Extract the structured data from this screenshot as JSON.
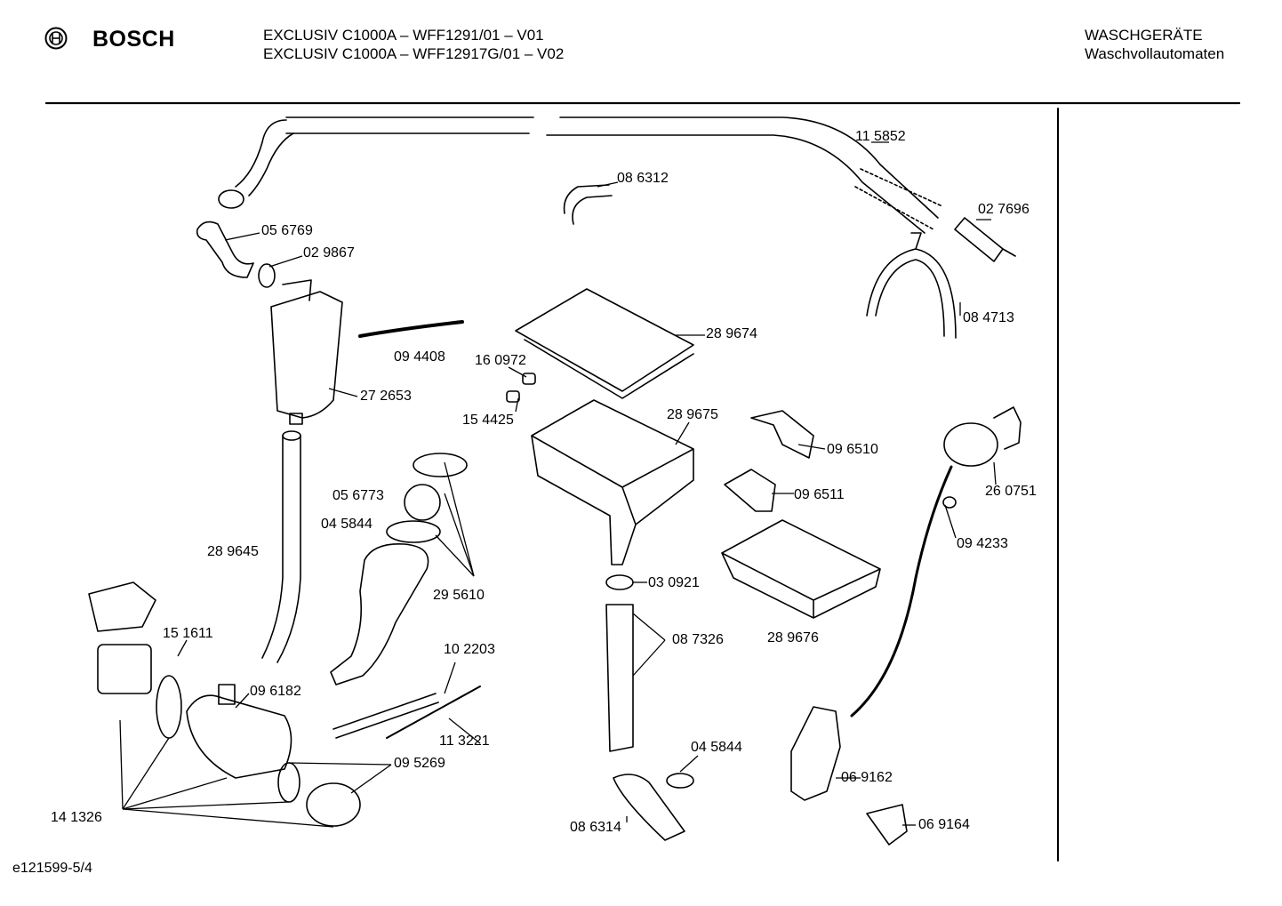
{
  "header": {
    "brand": "BOSCH",
    "model_line_1": "EXCLUSIV C1000A – WFF1291/01 – V01",
    "model_line_2": "EXCLUSIV C1000A – WFF12917G/01 – V02",
    "category_line_1": "WASCHGERÄTE",
    "category_line_2": "Waschvollautomaten"
  },
  "footer": {
    "drawing_id": "e121599-5/4"
  },
  "parts": [
    "11 5852",
    "08 6312",
    "02 7696",
    "05 6769",
    "02 9867",
    "08 4713",
    "28 9674",
    "09 4408",
    "16 0972",
    "27 2653",
    "15 4425",
    "28 9675",
    "09 6510",
    "26 0751",
    "05 6773",
    "04 5844",
    "09 6511",
    "09 4233",
    "28 9645",
    "29 5610",
    "03 0921",
    "28 9676",
    "15 1611",
    "08 7326",
    "10 2203",
    "09 6182",
    "11 3221",
    "04 5844",
    "09 5269",
    "06 9162",
    "14 1326",
    "08 6314",
    "06 9164"
  ]
}
